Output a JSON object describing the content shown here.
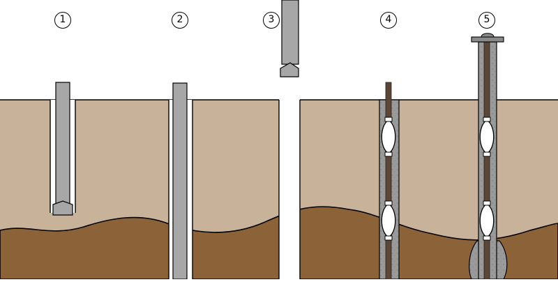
{
  "figure": {
    "steps": [
      {
        "label": "1"
      },
      {
        "label": "2"
      },
      {
        "label": "3"
      },
      {
        "label": "4"
      },
      {
        "label": "5"
      }
    ],
    "colors": {
      "background": "#ffffff",
      "upper_soil": "#c8b29a",
      "lower_soil": "#8c6239",
      "casing": "#a7a7a7",
      "outline": "#000000",
      "grout": "#9a9a9a",
      "rebar": "#5b4638",
      "centralizer": "#ffffff",
      "plate": "#8a8a8a"
    },
    "icons": [
      "drill-bit-icon",
      "centralizer-icon",
      "anchor-plate-icon"
    ]
  }
}
